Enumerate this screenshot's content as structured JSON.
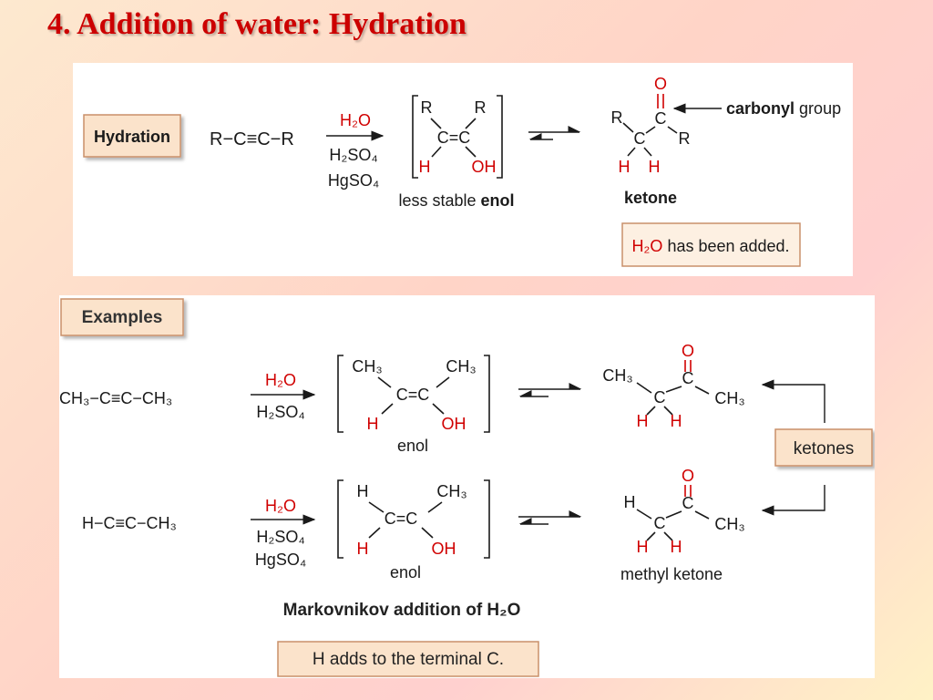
{
  "slide": {
    "title": "4. Addition of water: Hydration"
  },
  "top": {
    "label": "Hydration",
    "alkyne": "R−C≡C−R",
    "reagent_water": "H₂O",
    "reagent_acid": "H₂SO₄",
    "reagent_catalyst": "HgSO₄",
    "enol": {
      "r_left": "R",
      "r_right": "R",
      "core": "C=C",
      "h": "H",
      "oh": "OH",
      "caption_plain": "less stable ",
      "caption_bold": "enol"
    },
    "ketone": {
      "o": "O",
      "c_carbonyl": "C",
      "c_alpha": "C",
      "r_left": "R",
      "r_right": "R",
      "h1": "H",
      "h2": "H",
      "caption": "ketone",
      "carbonyl_bold": "carbonyl",
      "carbonyl_plain": "group"
    },
    "note_water": "H₂O",
    "note_rest": " has been added."
  },
  "bottom": {
    "label": "Examples",
    "row1": {
      "alkyne": "CH₃−C≡C−CH₃",
      "reagent_water": "H₂O",
      "reagent_acid": "H₂SO₄",
      "enol": {
        "top_left": "CH₃",
        "top_right": "CH₃",
        "core": "C=C",
        "h": "H",
        "oh": "OH",
        "caption": "enol"
      },
      "ketone": {
        "o": "O",
        "c_carbonyl": "C",
        "c_alpha": "C",
        "left": "CH₃",
        "right": "CH₃",
        "h1": "H",
        "h2": "H"
      }
    },
    "row2": {
      "alkyne": "H−C≡C−CH₃",
      "reagent_water": "H₂O",
      "reagent_acid": "H₂SO₄",
      "reagent_catalyst": "HgSO₄",
      "enol": {
        "top_left": "H",
        "top_right": "CH₃",
        "core": "C=C",
        "h": "H",
        "oh": "OH",
        "caption": "enol"
      },
      "ketone": {
        "o": "O",
        "c_carbonyl": "C",
        "c_alpha": "C",
        "left": "H",
        "right": "CH₃",
        "h1": "H",
        "h2": "H",
        "caption": "methyl ketone"
      }
    },
    "ketones_label": "ketones",
    "markovnikov": "Markovnikov addition of H₂O",
    "note": "H adds to the terminal C."
  },
  "colors": {
    "title": "#cc0000",
    "highlight": "#d00000",
    "label_box_fill": "#fbe3cb",
    "label_box_border": "#c9906a"
  }
}
